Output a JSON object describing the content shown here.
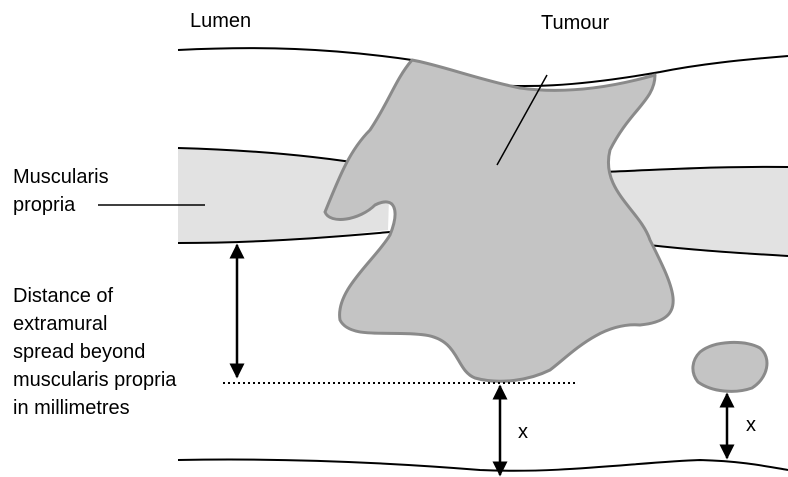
{
  "labels": {
    "lumen": "Lumen",
    "tumour": "Tumour",
    "muscularis_line1": "Muscularis",
    "muscularis_line2": "propria",
    "distance_line1": "Distance of",
    "distance_line2": "extramural",
    "distance_line3": "spread beyond",
    "distance_line4": "muscularis propria",
    "distance_line5": "in millimetres",
    "x_main": "x",
    "x_node": "x"
  },
  "colors": {
    "muscularis_fill": "#e2e2e2",
    "tumour_fill": "#c4c4c4",
    "tumour_edge": "#8a8a8a",
    "stroke": "#000000"
  }
}
